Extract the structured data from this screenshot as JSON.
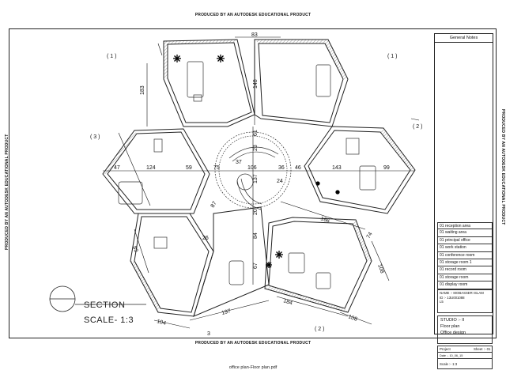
{
  "watermark": "PRODUCED BY AN AUTODESK EDUCATIONAL PRODUCT",
  "caption": "office plan-Floor plan.pdf",
  "general_notes_title": "General Notes",
  "legend": [
    "01 reception area",
    "01 waiting area",
    "01 principal office",
    "01 work station",
    "01 conference room",
    "01 storage room 1",
    "01 record room",
    "01 storage room",
    "01 display room"
  ],
  "name_block": {
    "name": "NAME :- MOBASSER ISLAM",
    "id": "ID :- 13U001088",
    "extra": "L5"
  },
  "studio": {
    "title": "STUDIO :- II",
    "line1": "Floor plan",
    "line2": "Office design"
  },
  "project": {
    "label": "Project",
    "sheet": "Sheet :- 01",
    "date": "Date :- 10_06_15",
    "scale": "Scale :- 1:3"
  },
  "section": {
    "title": "SECTION",
    "scale": "SCALE- 1:3"
  },
  "markers": {
    "m1_left": "( 1 )",
    "m1_right": "( 1 )",
    "m2_top": "( 2 )",
    "m2_bottom": "( 2 )",
    "m3_left": "( 3 )",
    "m3_bottom": "3"
  },
  "dimensions": {
    "d83": "83",
    "d183": "183",
    "d148": "148",
    "d61": "61",
    "d23": "23",
    "d47": "47",
    "d124": "124",
    "d59": "59",
    "d75": "75",
    "d37": "37",
    "d106": "106",
    "d36": "36",
    "d46": "46",
    "d143": "143",
    "d99": "99",
    "d137": "137",
    "d24": "24",
    "d20": "20",
    "d87": "87",
    "d84": "84",
    "d26": "26",
    "d67": "67",
    "d83b": "83",
    "d166": "166",
    "d74": "74",
    "d108": "108",
    "d184": "184",
    "d197": "197",
    "d104": "104",
    "d108b": "108"
  }
}
